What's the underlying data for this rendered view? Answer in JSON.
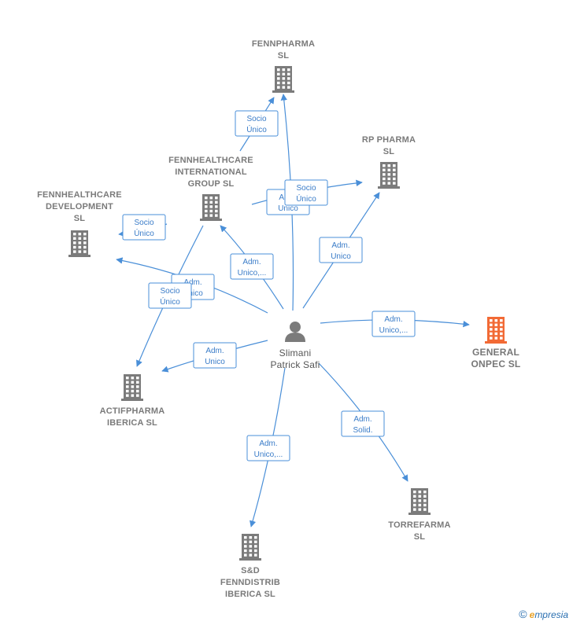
{
  "center": {
    "label": [
      "Slimani",
      "Patrick Safi"
    ]
  },
  "companies": [
    {
      "id": "fennpharma",
      "label": [
        "FENNPHARMA",
        "SL"
      ],
      "focus": false
    },
    {
      "id": "rp-pharma",
      "label": [
        "RP PHARMA",
        "SL"
      ],
      "focus": false
    },
    {
      "id": "fennhealthcare-international",
      "label": [
        "FENNHEALTHCARE",
        "INTERNATIONAL",
        "GROUP  SL"
      ],
      "focus": false
    },
    {
      "id": "fennhealthcare-development",
      "label": [
        "FENNHEALTHCARE",
        "DEVELOPMENT",
        "SL"
      ],
      "focus": false
    },
    {
      "id": "general-onpec",
      "label": [
        "GENERAL",
        "ONPEC  SL"
      ],
      "focus": true
    },
    {
      "id": "actifpharma",
      "label": [
        "ACTIFPHARMA",
        "IBERICA  SL"
      ],
      "focus": false
    },
    {
      "id": "torrefarma",
      "label": [
        "TORREFARMA",
        "SL"
      ],
      "focus": false
    },
    {
      "id": "sd-fenndistrib",
      "label": [
        "S&D",
        "FENNDISTRIB",
        "IBERICA  SL"
      ],
      "focus": false
    }
  ],
  "edges": [
    {
      "id": "int-to-fennpharma",
      "label": [
        "Socio",
        "Único"
      ]
    },
    {
      "id": "p-to-fennpharma",
      "label": [
        "Adm.",
        "Unico"
      ]
    },
    {
      "id": "int-to-rp",
      "label": [
        "Socio",
        "Único"
      ]
    },
    {
      "id": "p-to-rp",
      "label": [
        "Adm.",
        "Unico"
      ]
    },
    {
      "id": "int-to-dev",
      "label": [
        "Socio",
        "Único"
      ]
    },
    {
      "id": "p-to-int",
      "label": [
        "Adm.",
        "Unico,..."
      ]
    },
    {
      "id": "p-to-dev",
      "label": [
        "Adm.",
        "Unico"
      ]
    },
    {
      "id": "int-to-actif",
      "label": [
        "Socio",
        "Único"
      ]
    },
    {
      "id": "p-to-actif",
      "label": [
        "Adm.",
        "Unico"
      ]
    },
    {
      "id": "p-to-general",
      "label": [
        "Adm.",
        "Unico,..."
      ]
    },
    {
      "id": "p-to-torre",
      "label": [
        "Adm.",
        "Solid."
      ]
    },
    {
      "id": "p-to-sd",
      "label": [
        "Adm.",
        "Unico,..."
      ]
    }
  ],
  "colors": {
    "edge": "#4a8fd8",
    "building": "#7b7b7b",
    "focus": "#f26a35",
    "person": "#7b7b7b"
  },
  "brand": {
    "copyright": "©",
    "name_initial": "e",
    "name_rest": "mpresia"
  }
}
